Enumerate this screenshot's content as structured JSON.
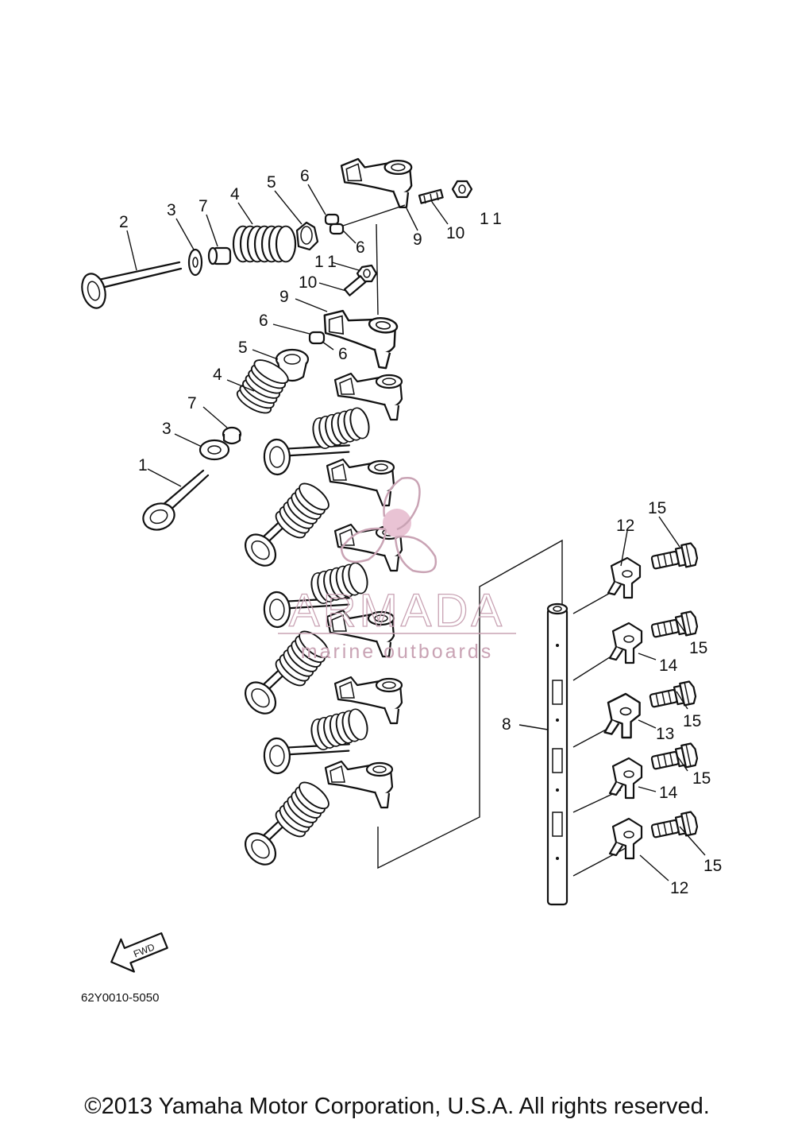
{
  "callouts": {
    "l1": "1",
    "l2": "2",
    "l3a": "3",
    "l3b": "3",
    "l4a": "4",
    "l4b": "4",
    "l5a": "5",
    "l5b": "5",
    "l6a": "6",
    "l6b": "6",
    "l6c": "6",
    "l6d": "6",
    "l7a": "7",
    "l7b": "7",
    "l8": "8",
    "l9a": "9",
    "l9b": "9",
    "l10a": "10",
    "l10b": "10",
    "l11a": "11",
    "l11b": "11",
    "l12a": "12",
    "l12b": "12",
    "l13": "13",
    "l14a": "14",
    "l14b": "14",
    "l15a": "15",
    "l15b": "15",
    "l15c": "15",
    "l15d": "15",
    "l15e": "15"
  },
  "fwd_label": "FWD",
  "drawing_code": "62Y0010-5050",
  "watermark": {
    "brand": "ARMADA",
    "tagline": "marine outboards",
    "color": "#c9a3b4"
  },
  "copyright": "©2013 Yamaha Motor Corporation, U.S.A. All rights reserved."
}
